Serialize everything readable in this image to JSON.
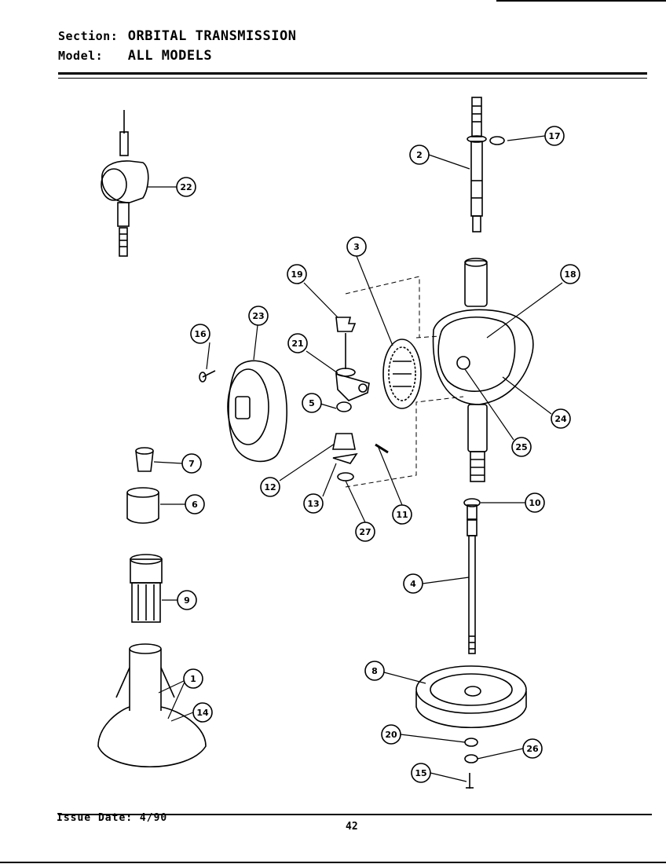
{
  "header": {
    "section_label": "Section:",
    "section_value": "ORBITAL TRANSMISSION",
    "model_label": "Model:",
    "model_value": "ALL MODELS"
  },
  "footer": {
    "issue_date": "Issue Date: 4/90",
    "page_number": "42"
  },
  "callouts": [
    "22",
    "17",
    "2",
    "3",
    "19",
    "18",
    "23",
    "21",
    "16",
    "5",
    "24",
    "25",
    "7",
    "12",
    "13",
    "11",
    "27",
    "10",
    "6",
    "4",
    "9",
    "1",
    "14",
    "8",
    "20",
    "26",
    "15"
  ]
}
